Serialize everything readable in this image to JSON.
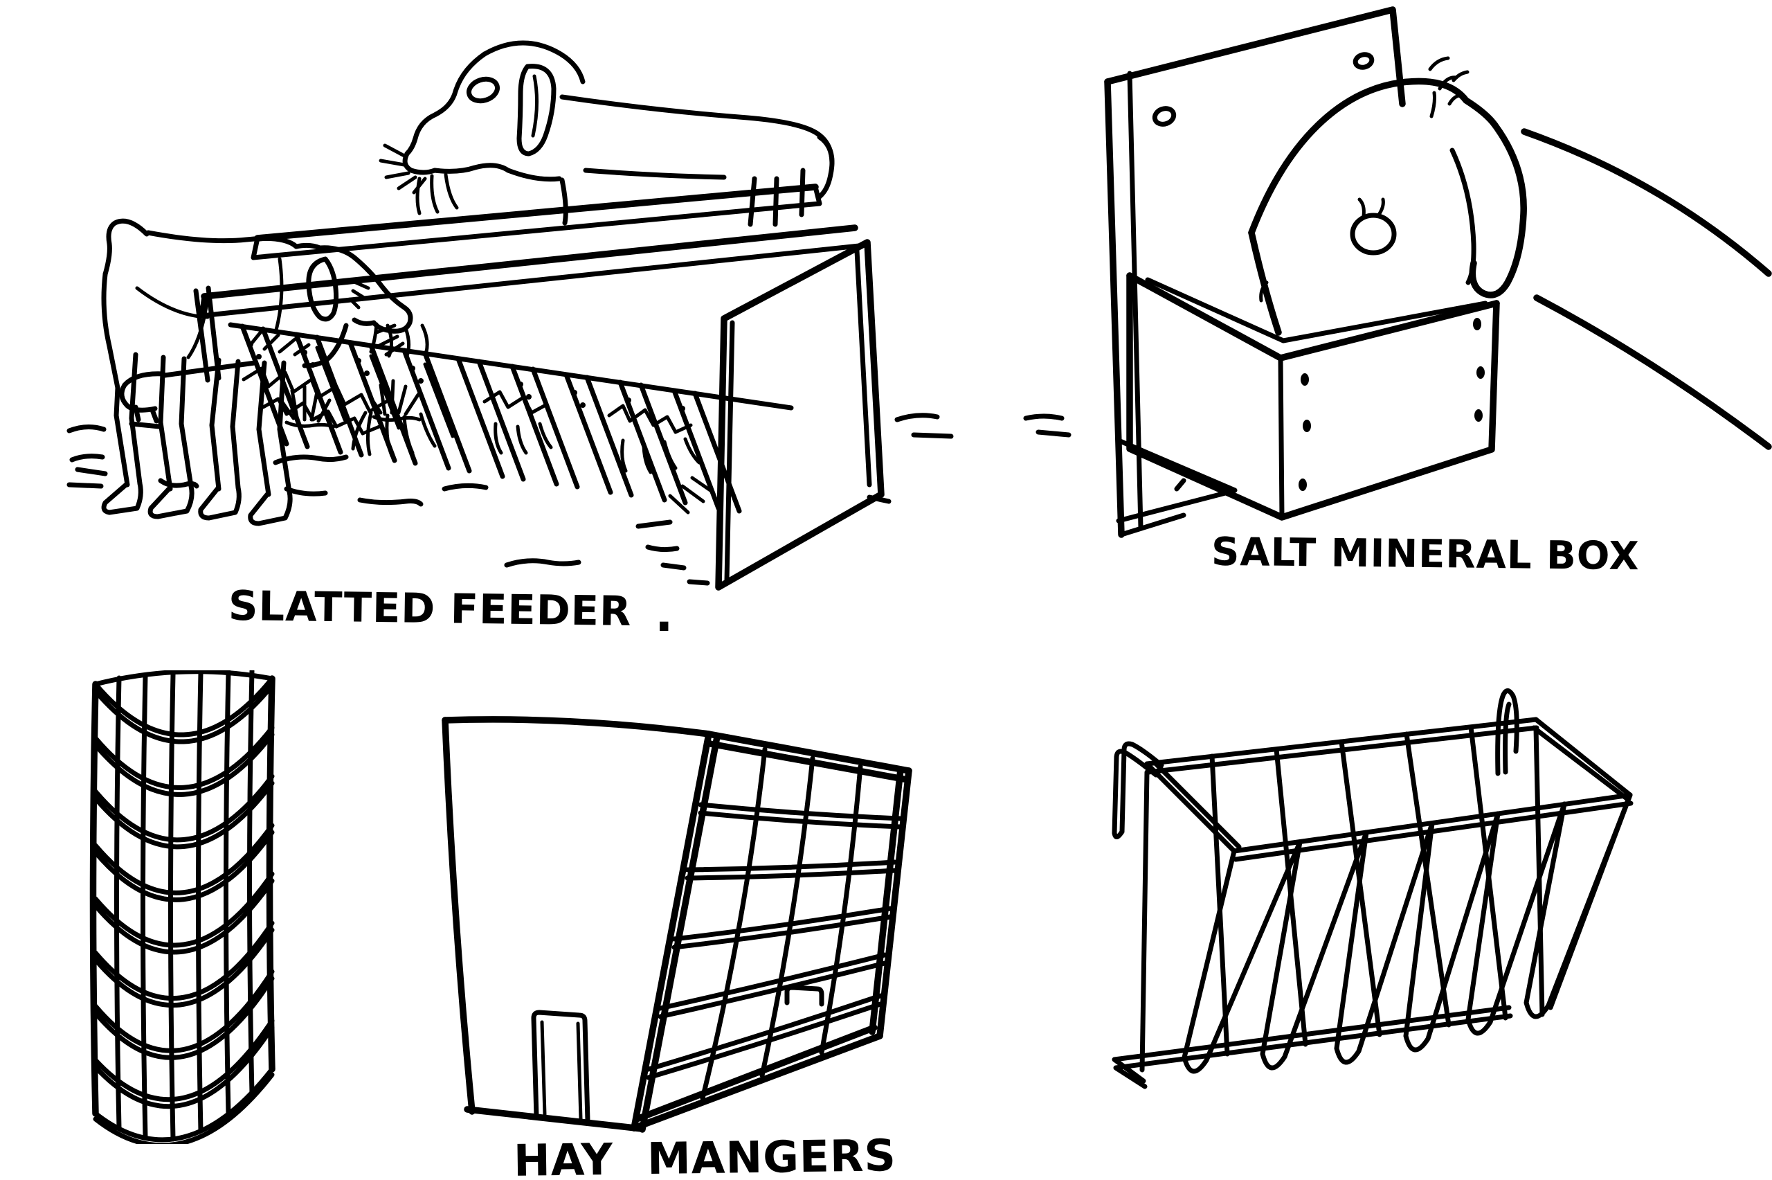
{
  "page": {
    "background_color": "#ffffff",
    "ink_color": "#000000",
    "style": "hand-drawn pen illustration"
  },
  "captions": {
    "slatted_feeder": {
      "text": "SLATTED FEEDER",
      "trailing_dot": "."
    },
    "salt_mineral_box": {
      "text": "SALT MINERAL BOX"
    },
    "hay_mangers": {
      "text": "HAY MANGERS"
    }
  },
  "figures": [
    {
      "id": "slatted-feeder-scene",
      "depicts": "two goats eating hay at a slatted feeder on pasture"
    },
    {
      "id": "salt-mineral-box",
      "depicts": "goat head dipping into wall-mounted open salt box"
    },
    {
      "id": "hay-manger-cylinder",
      "depicts": "welded-wire cylinder hay manger"
    },
    {
      "id": "hay-manger-plywood-grid",
      "depicts": "plywood hay manger with sloped wire grid"
    },
    {
      "id": "hay-manger-wire-rack",
      "depicts": "hanging wire-loop hay rack with hooks"
    }
  ]
}
